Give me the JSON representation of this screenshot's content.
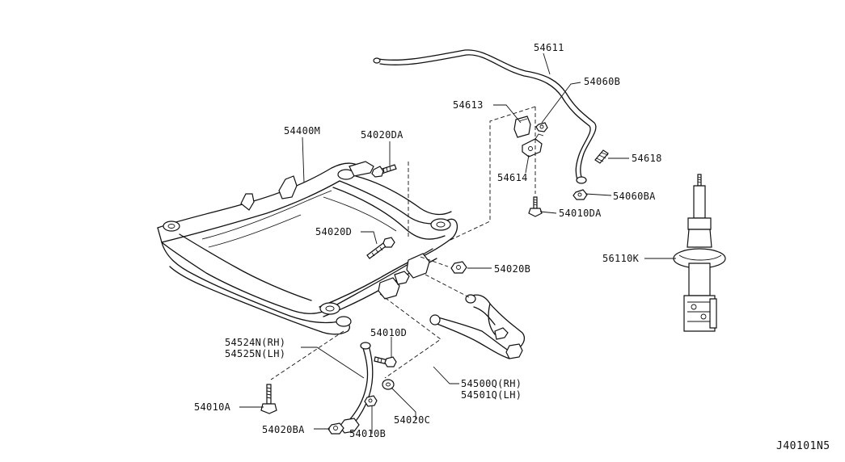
{
  "diagram_id": "J40101N5",
  "labels": {
    "p54611": "54611",
    "p54060B": "54060B",
    "p54613": "54613",
    "p54614": "54614",
    "p54618": "54618",
    "p54060BA": "54060BA",
    "p54010DA": "54010DA",
    "p54400M": "54400M",
    "p54020DA": "54020DA",
    "p54020D": "54020D",
    "p54020B": "54020B",
    "p56110K": "56110K",
    "p54524N": "54524N(RH)",
    "p54525N": "54525N(LH)",
    "p54010D": "54010D",
    "p54500Q": "54500Q(RH)",
    "p54501Q": "54501Q(LH)",
    "p54010A": "54010A",
    "p54020C": "54020C",
    "p54020BA": "54020BA",
    "p54010B": "54010B"
  }
}
